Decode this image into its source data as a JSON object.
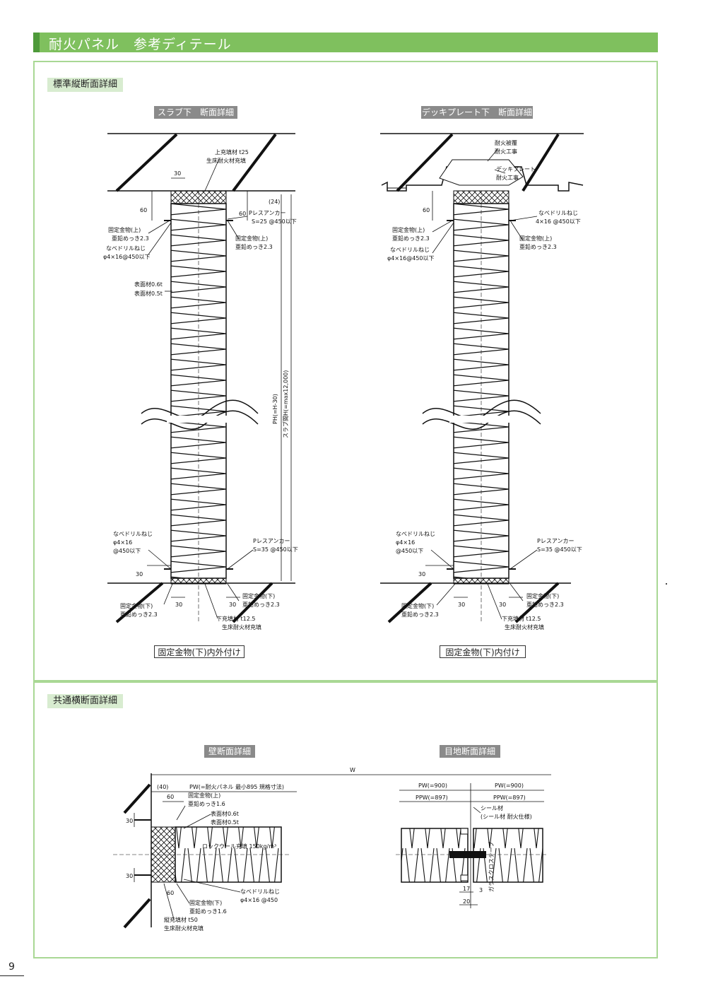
{
  "page": {
    "title": "耐火パネル　参考ディテール",
    "page_number": "9"
  },
  "sections": {
    "vertical": {
      "label": "標準縦断面詳細",
      "left": {
        "title": "スラブ下　断面詳細",
        "caption": "固定金物(下)内外付け",
        "notes": {
          "top_fill": "上充填材 t25",
          "top_fill2": "生床耐火材充填",
          "dim_top": "30",
          "dim_24": "(24)",
          "dim_60_l": "60",
          "dim_60_r": "60",
          "anchor": "Pレスアンカー",
          "anchor_spec": "S=25 @450以下",
          "bracket_upper_l": "固定金物(上)",
          "bracket_upper_l2": "亜鉛めっき2.3",
          "screw_l": "なべドリルねじ",
          "screw_l2": "φ4×16@450以下",
          "bracket_upper_r": "固定金物(上)",
          "bracket_upper_r2": "亜鉛めっき2.3",
          "skin1": "表面材0.6t",
          "skin2": "表面材0.5t",
          "pw": "PH(=H-30)",
          "slab": "スラブ間H(=max12,000)",
          "screw_b": "なべドリルねじ",
          "screw_b2": "φ4×16",
          "screw_b3": "@450以下",
          "anchor_b": "Pレスアンカー",
          "anchor_b2": "S=35 @450以下",
          "dim_30_b": "30",
          "dim_30_bl": "30",
          "dim_30_br": "30",
          "bracket_lower_l": "固定金物(下)",
          "bracket_lower_l2": "亜鉛めっき2.3",
          "bracket_lower_r": "固定金物(下)",
          "bracket_lower_r2": "亜鉛めっき2.3",
          "bottom_fill": "下充填材 t12.5",
          "bottom_fill2": "生床耐火材充填"
        }
      },
      "right": {
        "title": "デッキプレート下　断面詳細",
        "caption": "固定金物(下)内付け",
        "notes": {
          "fire_fill": "耐火被覆",
          "fire_fill2": "耐火工事",
          "deck": "デッキプレート",
          "deck2": "耐火工事",
          "screw_r": "なべドリルねじ",
          "screw_r2": "4×16 @450以下",
          "bracket_upper_l": "固定金物(上)",
          "bracket_upper_l2": "亜鉛めっき2.3",
          "screw_l": "なべドリルねじ",
          "screw_l2": "φ4×16@450以下",
          "bracket_upper_r": "固定金物(上)",
          "bracket_upper_r2": "亜鉛めっき2.3",
          "dim_60": "60",
          "screw_b": "なべドリルねじ",
          "screw_b2": "φ4×16",
          "screw_b3": "@450以下",
          "anchor_b": "Pレスアンカー",
          "anchor_b2": "S=35 @450以下",
          "dim_30_b": "30",
          "dim_30_bl": "30",
          "dim_30_br": "30",
          "bracket_lower_l": "固定金物(下)",
          "bracket_lower_l2": "亜鉛めっき2.3",
          "bracket_lower_r": "固定金物(下)",
          "bracket_lower_r2": "亜鉛めっき2.3",
          "bottom_fill": "下充填材 t12.5",
          "bottom_fill2": "生床耐火材充填"
        }
      }
    },
    "horizontal": {
      "label": "共通横断面詳細",
      "left": {
        "title": "壁断面詳細",
        "notes": {
          "w": "W",
          "dim_40": "(40)",
          "pw": "PW(=耐火パネル 最小895 規格寸法)",
          "dim_60": "60",
          "bracket": "固定金物(上)",
          "bracket2": "亜鉛めっき1.6",
          "skin1": "表面材0.6t",
          "skin2": "表面材0.5t",
          "core": "ロックウール充填 150kg/m³",
          "dim_30_t": "30",
          "dim_30_b": "30",
          "dim_60_b": "60",
          "screw": "なべドリルねじ",
          "screw2": "φ4×16 @450",
          "bracket_b": "固定金物(下)",
          "bracket_b2": "亜鉛めっき1.6",
          "fill": "縦充填材 t50",
          "fill2": "生床耐火材充填"
        }
      },
      "right": {
        "title": "目地断面詳細",
        "notes": {
          "pw_l": "PW(=900)",
          "pw_r": "PW(=900)",
          "ppw_l": "PPW(=897)",
          "ppw_r": "PPW(=897)",
          "joint": "シール材",
          "joint2": "(シール材 耐火仕様)",
          "backing": "ガラスクロステープ",
          "dim_17": "17",
          "dim_3": "3",
          "dim_20": "20"
        }
      }
    }
  },
  "colors": {
    "title_bar": "#7fc05e",
    "title_accent": "#4e9a3a",
    "frame": "#a9d894",
    "section_label_bg": "#d8ecd0",
    "sub_label_bg": "#8a8a8a"
  }
}
